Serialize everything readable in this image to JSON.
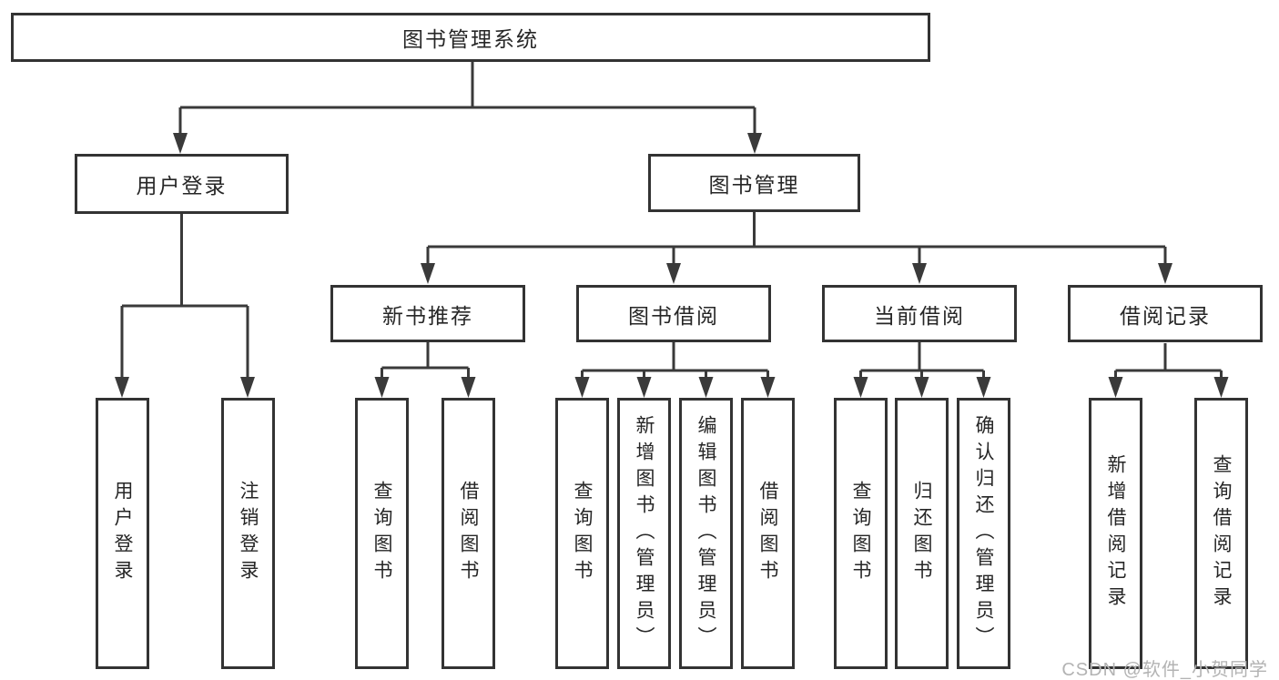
{
  "tree": {
    "root": {
      "label": "图书管理系统"
    },
    "branches": [
      {
        "label": "用户登录",
        "leaves": [
          {
            "label": "用户登录"
          },
          {
            "label": "注销登录"
          }
        ]
      },
      {
        "label": "图书管理",
        "groups": [
          {
            "label": "新书推荐",
            "leaves": [
              {
                "label": "查询图书"
              },
              {
                "label": "借阅图书"
              }
            ]
          },
          {
            "label": "图书借阅",
            "leaves": [
              {
                "label": "查询图书"
              },
              {
                "label": "新增图书（管理员）"
              },
              {
                "label": "编辑图书（管理员）"
              },
              {
                "label": "借阅图书"
              }
            ]
          },
          {
            "label": "当前借阅",
            "leaves": [
              {
                "label": "查询图书"
              },
              {
                "label": "归还图书"
              },
              {
                "label": "确认归还（管理员）"
              }
            ]
          },
          {
            "label": "借阅记录",
            "leaves": [
              {
                "label": "新增借阅记录"
              },
              {
                "label": "查询借阅记录"
              }
            ]
          }
        ]
      }
    ]
  },
  "watermark": {
    "text": "CSDN @软件_小贺同学"
  },
  "colors": {
    "line": "#3a3a3a",
    "box_border": "#333333",
    "text": "#262626",
    "watermark": "#b3b3b3",
    "background": "#ffffff"
  }
}
